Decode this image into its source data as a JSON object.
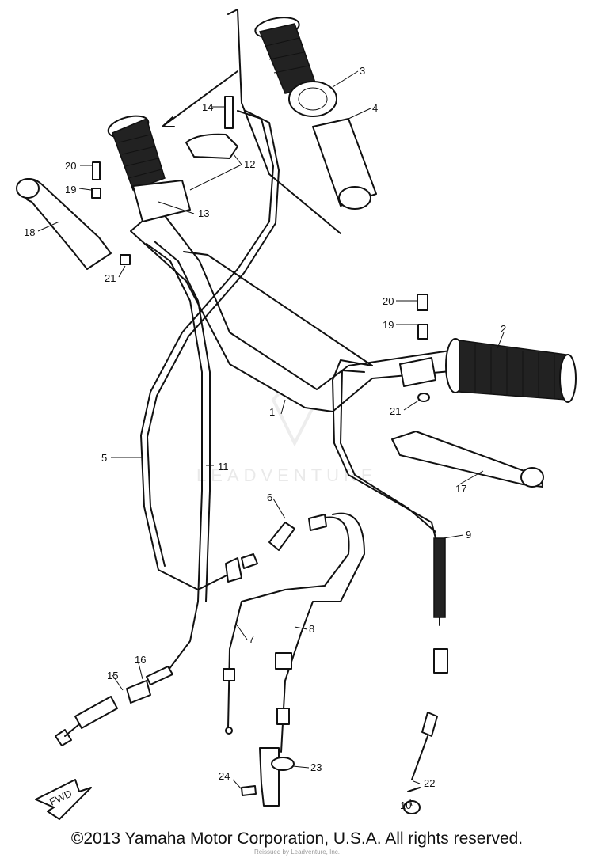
{
  "diagram": {
    "watermark": "LEADVENTURE",
    "fwd_label": "FWD",
    "callouts": [
      "1",
      "2",
      "3",
      "4",
      "5",
      "6",
      "7",
      "8",
      "9",
      "10",
      "11",
      "12",
      "13",
      "14",
      "15",
      "16",
      "17",
      "18",
      "19",
      "19",
      "20",
      "20",
      "21",
      "21",
      "22",
      "23",
      "24"
    ]
  },
  "footer": {
    "copyright": "©2013 Yamaha Motor Corporation, U.S.A. All rights reserved.",
    "sub": "Reissued by Leadventure, Inc."
  }
}
